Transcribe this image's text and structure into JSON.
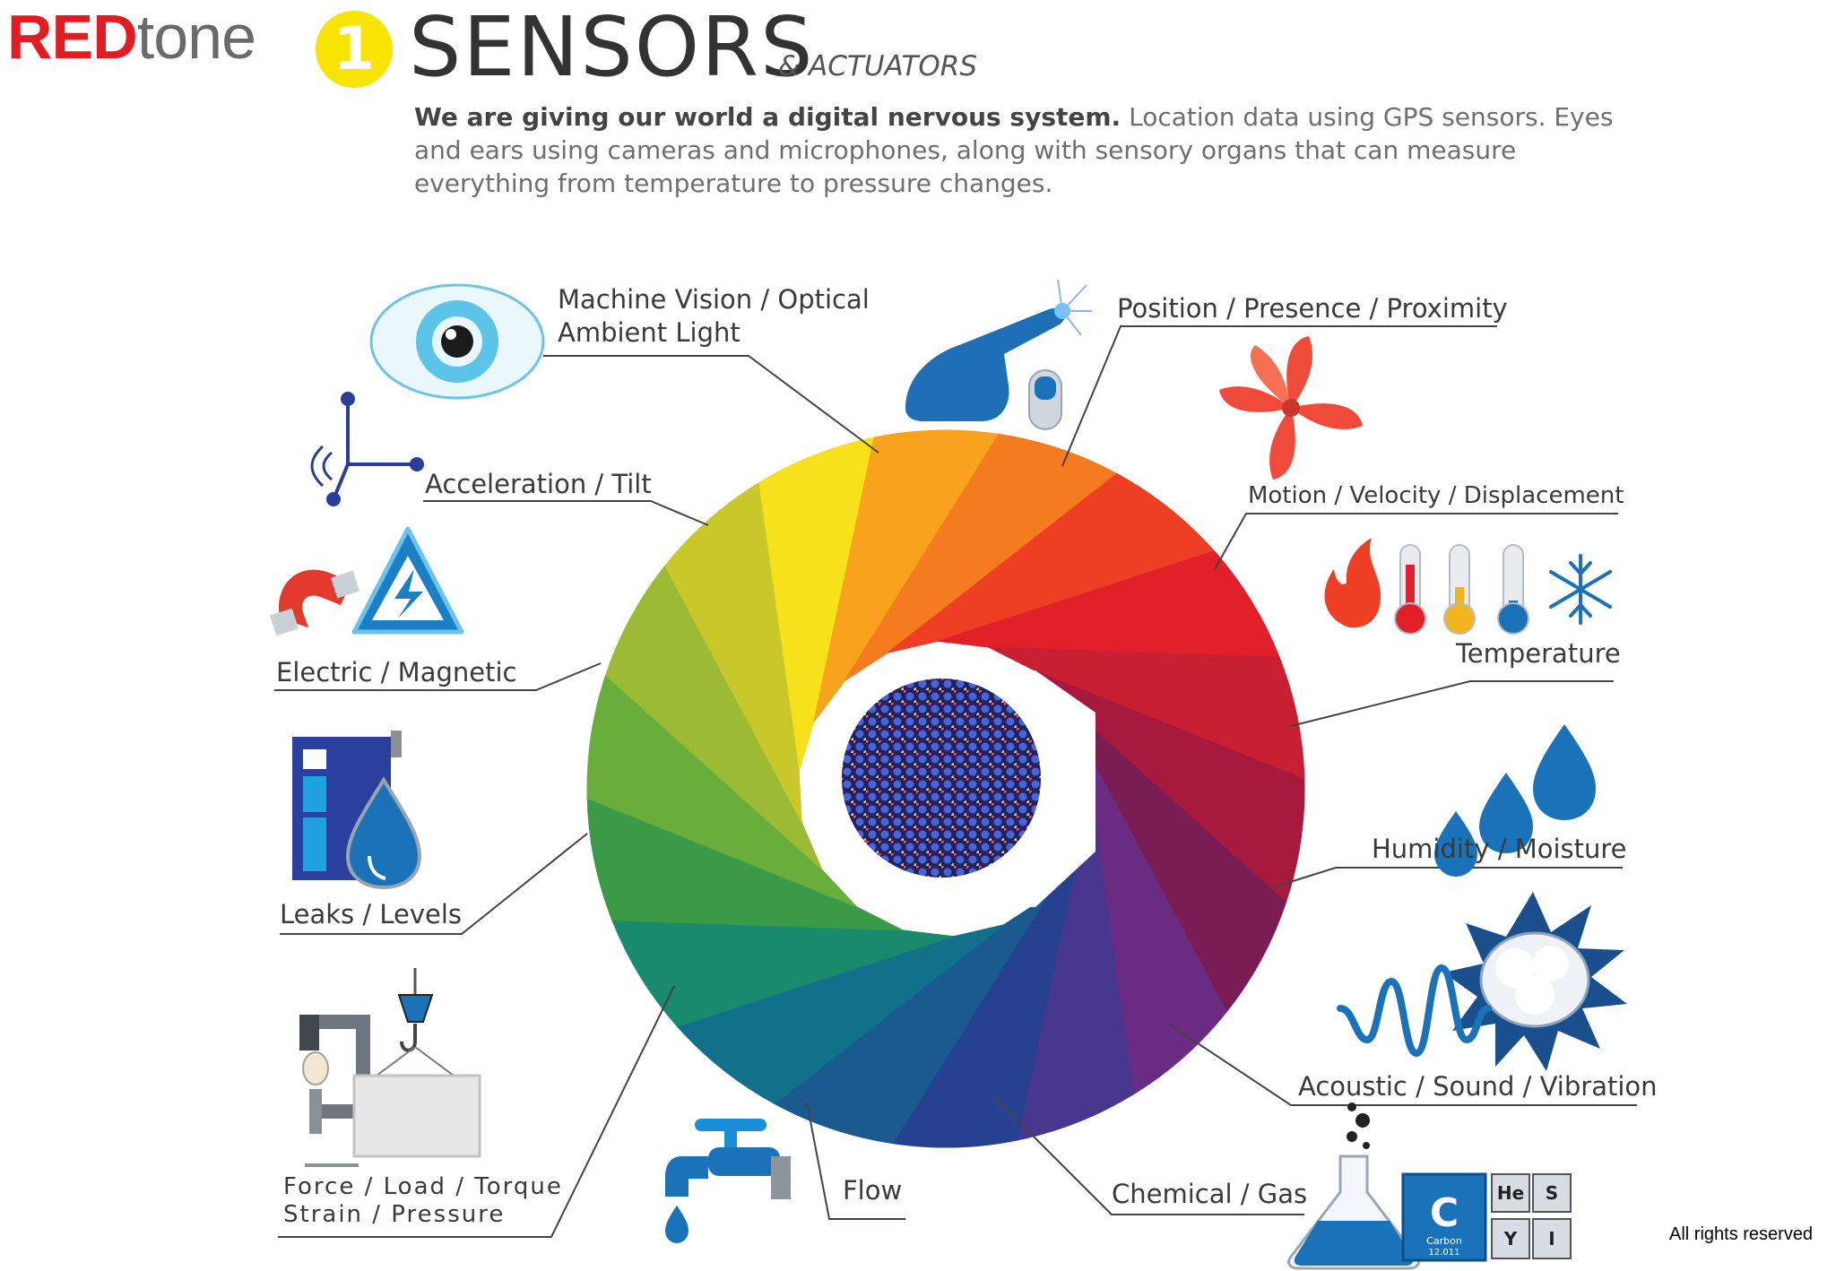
{
  "brand": {
    "red": "RED",
    "tone": "tone"
  },
  "header": {
    "number": "1",
    "title": "SENSORS",
    "subtitle": "& ACTUATORS",
    "intro_bold": "We are giving our world a digital nervous system.",
    "intro_rest": " Location data using GPS sensors. Eyes and ears using cameras and microphones, along with sensory organs that can measure everything from temperature to pressure changes."
  },
  "sensors": {
    "vision_1": "Machine Vision / Optical",
    "vision_2": "Ambient Light",
    "position": "Position / Presence / Proximity",
    "motion": "Motion / Velocity / Displacement",
    "acceleration": "Acceleration / Tilt",
    "temperature": "Temperature",
    "electric": "Electric / Magnetic",
    "humidity": "Humidity / Moisture",
    "leaks": "Leaks / Levels",
    "acoustic": "Acoustic / Sound / Vibration",
    "force_1": "Force / Load / Torque",
    "force_2": "Strain / Pressure",
    "flow": "Flow",
    "chemical": "Chemical / Gas"
  },
  "periodic": {
    "c": "C",
    "c_name": "Carbon",
    "c_mass": "12.011",
    "he": "He",
    "s": "S",
    "y": "Y",
    "i": "I"
  },
  "footer": "All rights reserved",
  "colors": {
    "wheel": [
      "#f7e11b",
      "#f8a21d",
      "#f47b20",
      "#ee3e24",
      "#e1202a",
      "#c81f33",
      "#a8193e",
      "#7b1d55",
      "#6a2c82",
      "#47378f",
      "#26418f",
      "#1a5a8e",
      "#11718a",
      "#1a8a6d",
      "#3a9a48",
      "#69ad3b",
      "#9bbb35",
      "#c9c82a"
    ],
    "icon_blue": "#1a73b8",
    "accent_red": "#e31b23"
  }
}
